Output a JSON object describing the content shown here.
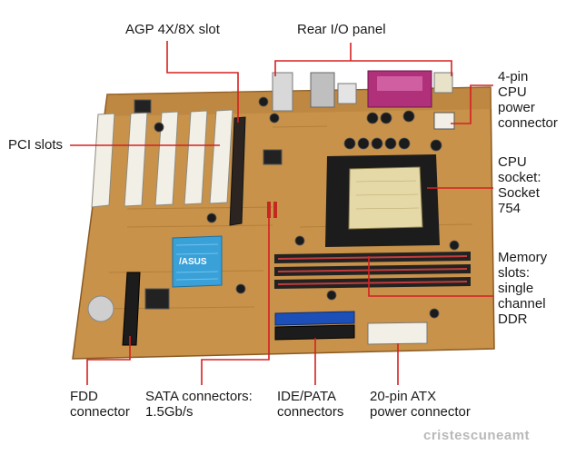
{
  "labels": {
    "agp": "AGP 4X/8X slot",
    "rear_io": "Rear I/O panel",
    "cpu_power": [
      "4-pin",
      "CPU",
      "power",
      "connector"
    ],
    "pci": "PCI slots",
    "cpu_socket": [
      "CPU",
      "socket:",
      "Socket",
      "754"
    ],
    "memory": [
      "Memory",
      "slots:",
      "single",
      "channel",
      "DDR"
    ],
    "fdd": [
      "FDD",
      "connector"
    ],
    "sata": [
      "SATA connectors:",
      "1.5Gb/s"
    ],
    "ide": [
      "IDE/PATA",
      "connectors"
    ],
    "atx": [
      "20-pin ATX",
      "power connector"
    ]
  },
  "chip_logo": "/ASUS",
  "watermark": "cristescuneamt",
  "colors": {
    "pcb": "#c8924a",
    "pcb_dark": "#a8732f",
    "leader": "#d62020",
    "socket": "#1c1c1c",
    "ide": "#1d4fb8",
    "heatsink": "#3aa0d8",
    "slot": "#f2efe6",
    "dimm": "#222222"
  }
}
